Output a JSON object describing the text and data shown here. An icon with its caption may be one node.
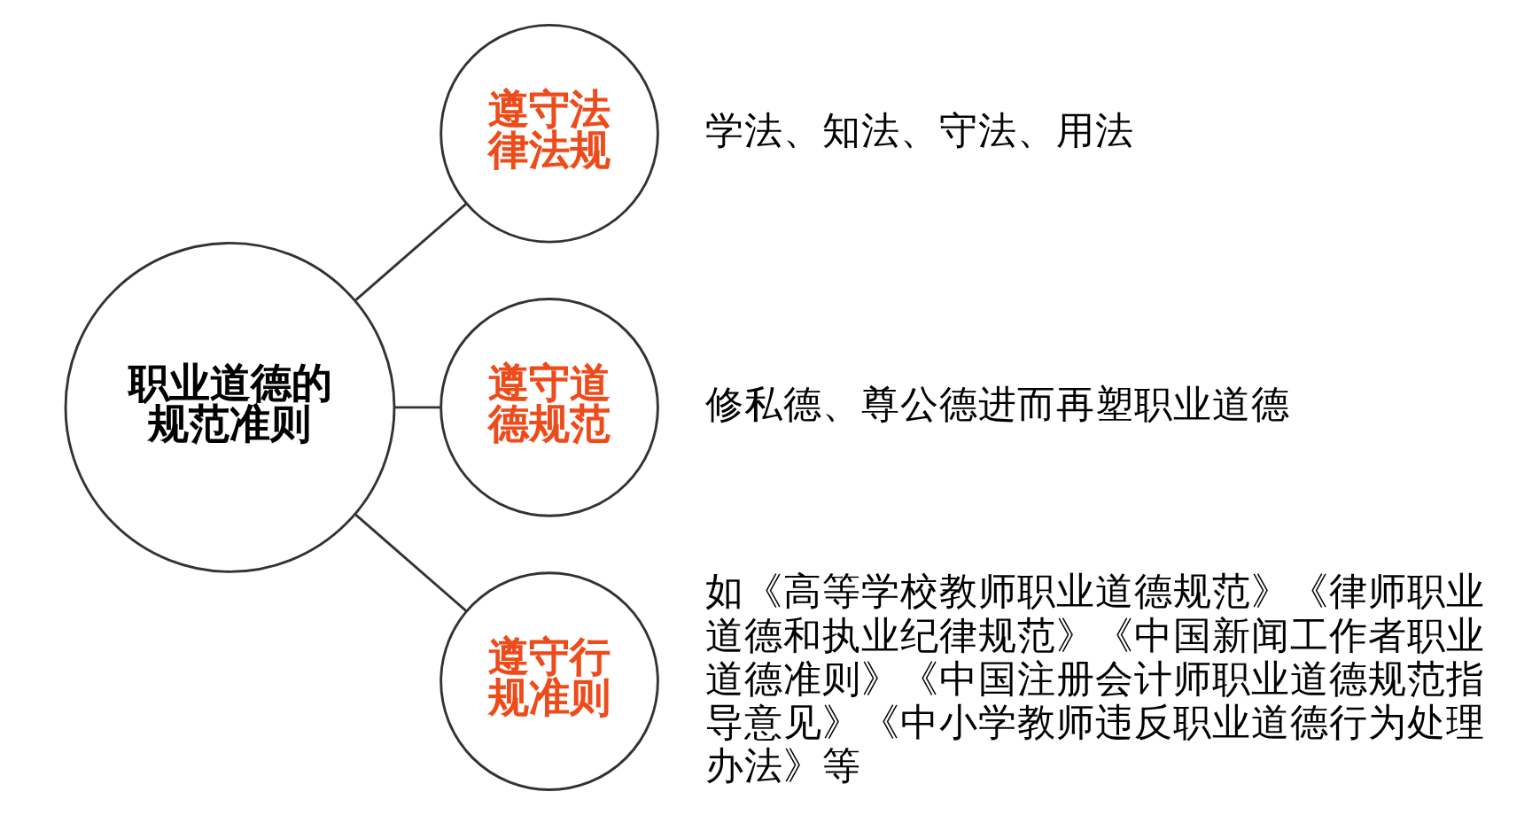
{
  "diagram": {
    "nodes": [
      {
        "text": [
          "职业道德的规范准则"
        ]
      },
      {
        "text": [
          "遵守法律法规"
        ],
        "beside": [
          "学法、知法、守法、用法"
        ]
      },
      {
        "text": [
          "遵守道德规范"
        ],
        "beside": [
          "修私德、尊公德进而再塑职业道德"
        ]
      },
      {
        "text": [
          "遵守行规准则"
        ],
        "beside": [
          "如《高等学校教师职业道德规范》《律师职业道德和执业纪律规范》《中国新闻工作者职业道德准则》《中国注册会计师职业道德规范指导意见》《中小学教师违反职业道德行为处理办法》等"
        ]
      }
    ],
    "edges": [
      {
        "from": 0,
        "to": 1,
        "arrow": "none"
      },
      {
        "from": 0,
        "to": 2,
        "arrow": "none"
      },
      {
        "from": 0,
        "to": 3,
        "arrow": "none"
      }
    ]
  }
}
